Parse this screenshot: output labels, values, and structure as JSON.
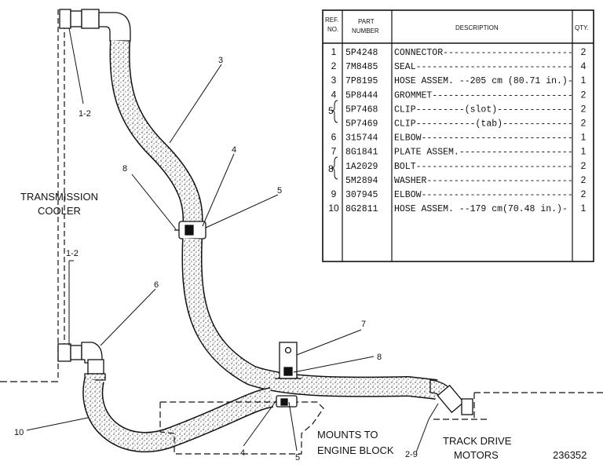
{
  "title": "",
  "labels": {
    "transmission_cooler": [
      "TRANSMISSION",
      "COOLER"
    ],
    "mounts": [
      "MOUNTS TO",
      "ENGINE BLOCK"
    ],
    "track_drive": [
      "TRACK DRIVE",
      "MOTORS"
    ],
    "figure_number": "236352"
  },
  "callouts": {
    "top_connector": "1-2",
    "hose_upper": "3",
    "clamp_left": "8",
    "grommet_upper": "4",
    "clip_upper": "5",
    "connector_lower": "1-2",
    "elbow_left": "6",
    "plate": "7",
    "bolt_plate": "8",
    "hose_lower": "10",
    "grommet_lower": "4",
    "clip_lower": "5",
    "elbow_right": "2-9"
  },
  "table": {
    "headers": {
      "ref_no": [
        "REF.",
        "NO."
      ],
      "part_number": [
        "PART",
        "NUMBER"
      ],
      "description": "DESCRIPTION",
      "qty": "QTY."
    },
    "rows": [
      {
        "ref": "1",
        "part": "5P4248",
        "desc": "CONNECTOR------------------------",
        "qty": "2"
      },
      {
        "ref": "2",
        "part": "7M8485",
        "desc": "SEAL-----------------------------",
        "qty": "4"
      },
      {
        "ref": "3",
        "part": "7P8195",
        "desc": "HOSE ASSEM. --205 cm (80.71 in.)-",
        "qty": "1"
      },
      {
        "ref": "4",
        "part": "5P8444",
        "desc": "GROMMET--------------------------",
        "qty": "2"
      },
      {
        "ref": "",
        "part": "5P7468",
        "desc": "CLIP---------(slot)--------------",
        "qty": "2"
      },
      {
        "ref": "",
        "part": "5P7469",
        "desc": "CLIP-----------(tab)-------------",
        "qty": "2"
      },
      {
        "ref": "6",
        "part": "315744",
        "desc": "ELBOW----------------------------",
        "qty": "1"
      },
      {
        "ref": "7",
        "part": "8G1841",
        "desc": "PLATE ASSEM.---------------------",
        "qty": "1"
      },
      {
        "ref": "",
        "part": "1A2029",
        "desc": "BOLT-----------------------------",
        "qty": "2"
      },
      {
        "ref": "",
        "part": "5M2894",
        "desc": "WASHER---------------------------",
        "qty": "2"
      },
      {
        "ref": "9",
        "part": "307945",
        "desc": "ELBOW----------------------------",
        "qty": "2"
      },
      {
        "ref": "10",
        "part": "8G2811",
        "desc": "HOSE ASSEM. --179 cm(70.48 in.)-",
        "qty": "1"
      }
    ],
    "group_refs": {
      "clips": "5",
      "bolt_washer": "8"
    }
  }
}
